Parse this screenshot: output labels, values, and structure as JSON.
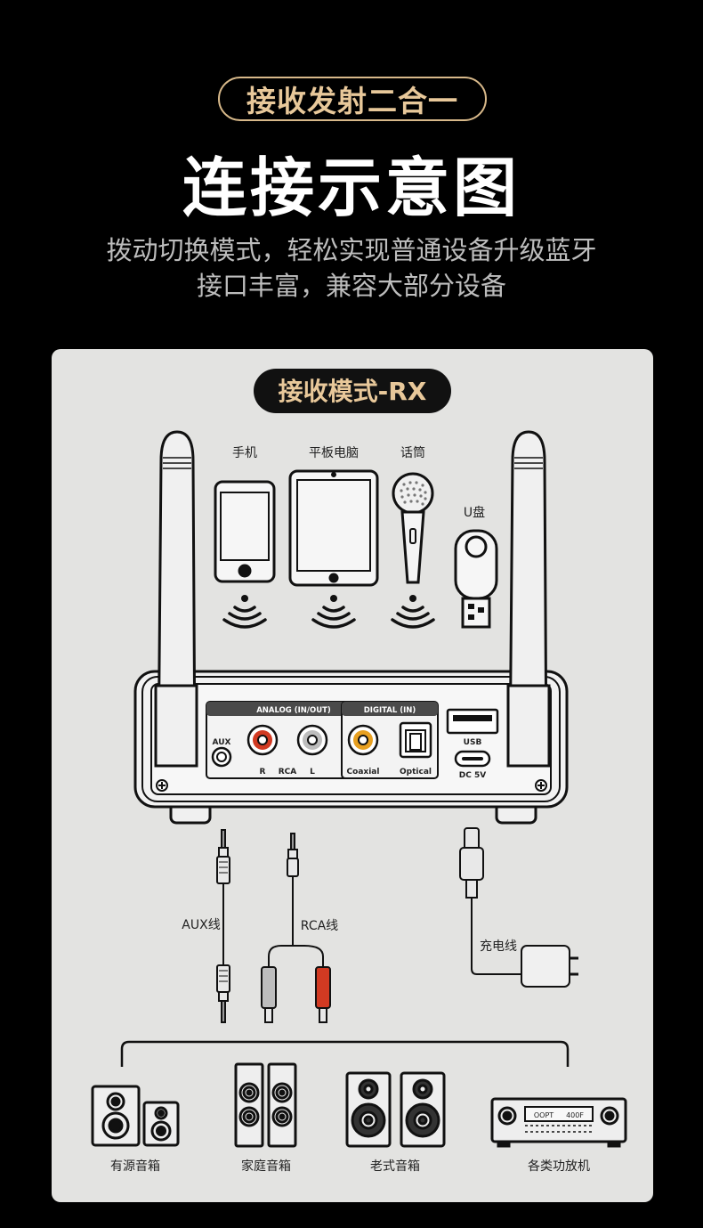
{
  "header": {
    "badge": "接收发射二合一",
    "title": "连接示意图",
    "subtitle_line1": "拨动切换模式，轻松实现普通设备升级蓝牙",
    "subtitle_line2": "接口丰富，兼容大部分设备"
  },
  "mode_badge": "接收模式-RX",
  "sources": {
    "phone": "手机",
    "tablet": "平板电脑",
    "mic": "话筒",
    "udisk": "U盘"
  },
  "panel": {
    "analog_header": "ANALOG  (IN/OUT)",
    "digital_header": "DIGITAL  (IN)",
    "aux": "AUX",
    "r": "R",
    "rca": "RCA",
    "l": "L",
    "coaxial": "Coaxial",
    "optical": "Optical",
    "usb": "USB",
    "dc": "DC 5V"
  },
  "cables": {
    "aux": "AUX线",
    "rca": "RCA线",
    "charge": "充电线"
  },
  "outputs": {
    "active_speaker": "有源音箱",
    "home_speaker": "家庭音箱",
    "vintage_speaker": "老式音箱",
    "amplifier": "各类功放机"
  },
  "amp_display": {
    "left": "OOPT",
    "right": "400F"
  },
  "colors": {
    "accent_gold": "#e8c89a",
    "rca_red": "#d23a22",
    "rca_white": "#bdbdbd",
    "coaxial_orange": "#e8a020"
  }
}
